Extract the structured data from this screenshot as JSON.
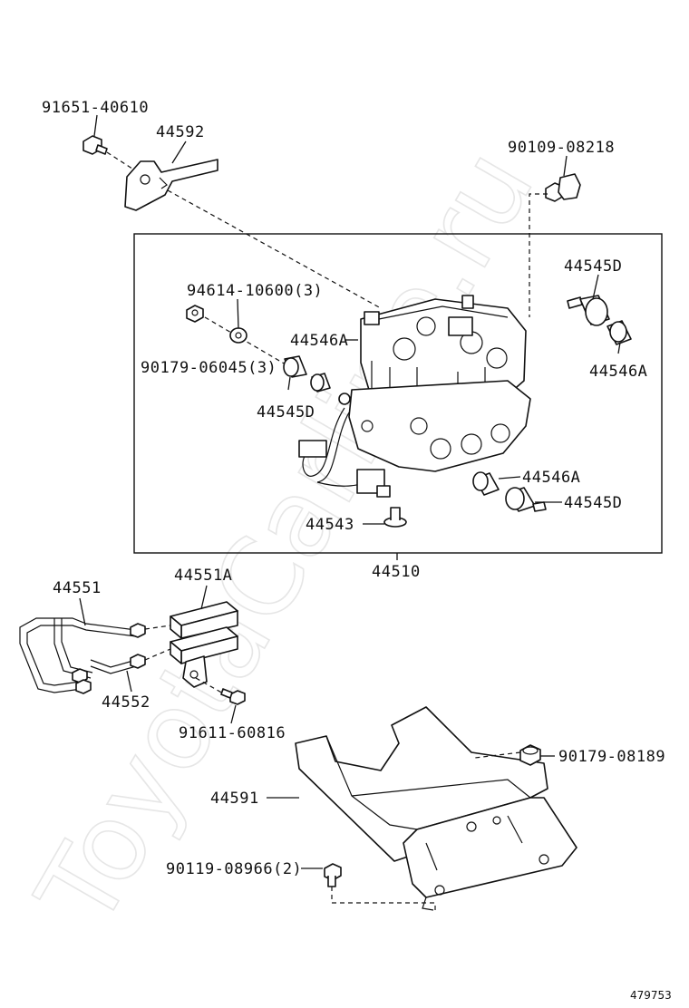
{
  "watermark": "ToyotaCarline.ru",
  "diagram_code": "479753",
  "callouts": {
    "p91651_40610": "91651-40610",
    "p44592": "44592",
    "p90109_08218": "90109-08218",
    "p44545D_right": "44545D",
    "p94614_10600": "94614-10600(3)",
    "p44546A_left": "44546A",
    "p90179_06045": "90179-06045(3)",
    "p44546A_right": "44546A",
    "p44545D_left": "44545D",
    "p44546A_lower": "44546A",
    "p44545D_lower": "44545D",
    "p44543": "44543",
    "p44510": "44510",
    "p44551": "44551",
    "p44551A": "44551A",
    "p44552": "44552",
    "p91611_60816": "91611-60816",
    "p90179_08189": "90179-08189",
    "p44591": "44591",
    "p90119_08966": "90119-08966(2)"
  }
}
